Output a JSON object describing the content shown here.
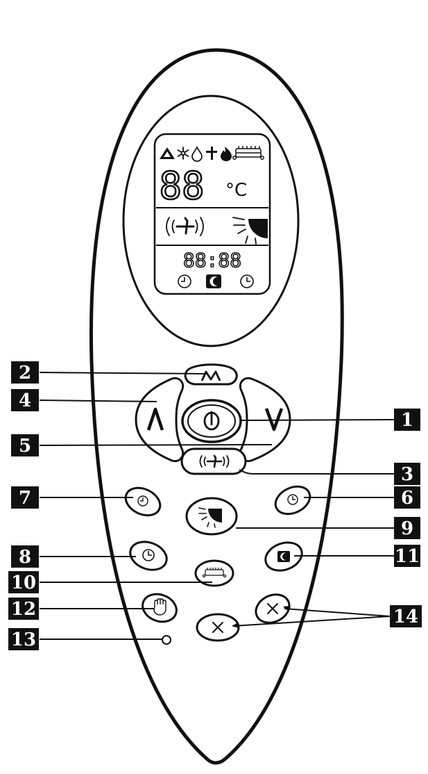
{
  "lcd": {
    "temperature_digits": "88",
    "temperature_unit": "°C",
    "clock_digits": "88:88"
  },
  "buttons": {
    "mode_glyph": "M",
    "up_glyph": "Λ",
    "down_glyph": "V",
    "cancel_glyph": "×"
  },
  "callouts": [
    {
      "id": "1",
      "target": "power-button"
    },
    {
      "id": "2",
      "target": "mode-button"
    },
    {
      "id": "3",
      "target": "fan-speed-button"
    },
    {
      "id": "4",
      "target": "temp-up-button"
    },
    {
      "id": "5",
      "target": "temp-down-button"
    },
    {
      "id": "6",
      "target": "timer-off-button"
    },
    {
      "id": "7",
      "target": "timer-on-button"
    },
    {
      "id": "8",
      "target": "clock-button"
    },
    {
      "id": "9",
      "target": "swing-button"
    },
    {
      "id": "10",
      "target": "heater-button"
    },
    {
      "id": "11",
      "target": "sleep-button"
    },
    {
      "id": "12",
      "target": "manual-button"
    },
    {
      "id": "13",
      "target": "reset-hole"
    },
    {
      "id": "14",
      "target": "cancel-buttons"
    }
  ],
  "colors": {
    "ink": "#111111",
    "paper": "#ffffff"
  }
}
